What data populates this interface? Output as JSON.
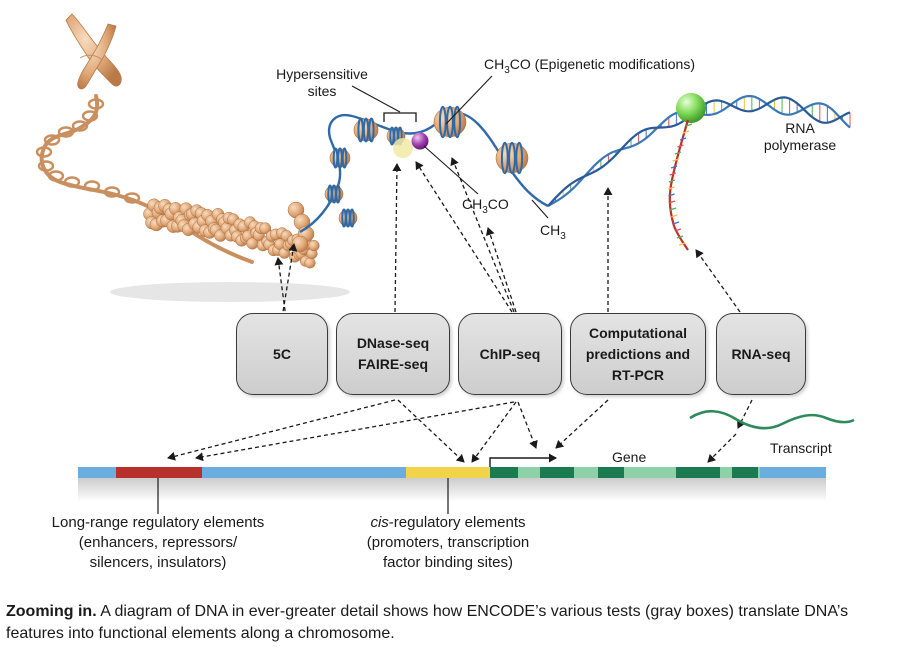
{
  "labels": {
    "hypersensitive_line1": "Hypersensitive",
    "hypersensitive_line2": "sites",
    "ch3co_top_pre": "CH",
    "ch3co_top_sub": "3",
    "ch3co_top_post": "CO (Epigenetic modifications)",
    "ch3co_mid_pre": "CH",
    "ch3co_mid_sub": "3",
    "ch3co_mid_post": "CO",
    "ch3_pre": "CH",
    "ch3_sub": "3",
    "rna_pol_line1": "RNA",
    "rna_pol_line2": "polymerase",
    "gene": "Gene",
    "transcript": "Transcript",
    "long_range_line1": "Long-range regulatory elements",
    "long_range_line2": "(enhancers, repressors/",
    "long_range_line3": "silencers, insulators)",
    "cis_italic": "cis",
    "cis_rest": "-regulatory elements",
    "cis_line2": "(promoters, transcription",
    "cis_line3": "factor binding sites)"
  },
  "assays": {
    "a5c": "5C",
    "dnase": "DNase-seq\nFAIRE-seq",
    "chip": "ChIP-seq",
    "comp": "Computational\npredictions and\nRT-PCR",
    "rnaseq": "RNA-seq"
  },
  "caption": {
    "bold": "Zooming in.",
    "text": " A diagram of DNA in ever-greater detail shows how ENCODE’s various tests (gray boxes) translate DNA’s features into functional elements along a chromosome."
  },
  "colors": {
    "chromatin": "#e0a878",
    "dna_strand": "#3a78b8",
    "long_range": "#b8302c",
    "cis_region": "#f2d44a",
    "exon": "#1a7a50",
    "intron": "#8ed1a8",
    "bar_blue": "#6aaee0",
    "polymerase": "#7ed957",
    "rna_red": "#c0302a"
  },
  "icons": [
    "chromosome-icon",
    "nucleosome-icon",
    "rna-polymerase-icon",
    "transcript-icon"
  ]
}
